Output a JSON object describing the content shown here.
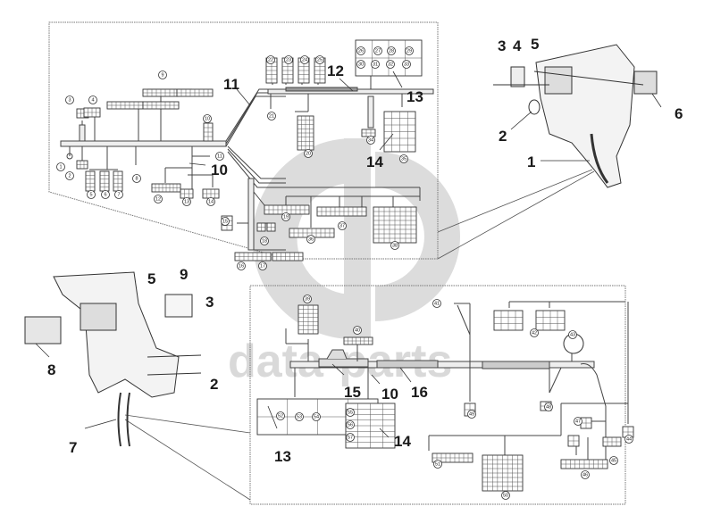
{
  "diagram": {
    "title": "Wiring harness exploded parts diagram",
    "watermark": {
      "logo": "GD",
      "text": "data-parts"
    },
    "colors": {
      "line": "#3a3a3a",
      "frame": "#6a6a6a",
      "watermark": "#d9d9d9",
      "callout": "#1a1a1a"
    },
    "main_callouts": {
      "top_panel": [
        {
          "id": "11",
          "label": "11"
        },
        {
          "id": "12",
          "label": "12"
        },
        {
          "id": "13",
          "label": "13"
        },
        {
          "id": "14",
          "label": "14"
        },
        {
          "id": "10",
          "label": "10"
        }
      ],
      "top_right_assembly": [
        {
          "id": "1",
          "label": "1"
        },
        {
          "id": "2",
          "label": "2"
        },
        {
          "id": "3",
          "label": "3"
        },
        {
          "id": "4",
          "label": "4"
        },
        {
          "id": "5",
          "label": "5"
        },
        {
          "id": "6",
          "label": "6"
        }
      ],
      "bottom_left_assembly": [
        {
          "id": "2",
          "label": "2"
        },
        {
          "id": "3",
          "label": "3"
        },
        {
          "id": "5",
          "label": "5"
        },
        {
          "id": "7",
          "label": "7"
        },
        {
          "id": "8",
          "label": "8"
        },
        {
          "id": "9",
          "label": "9"
        }
      ],
      "bottom_panel": [
        {
          "id": "13",
          "label": "13"
        },
        {
          "id": "14",
          "label": "14"
        },
        {
          "id": "15",
          "label": "15"
        },
        {
          "id": "10",
          "label": "10"
        },
        {
          "id": "16",
          "label": "16"
        }
      ]
    },
    "connector_refs": {
      "top_panel": [
        "1",
        "2",
        "3",
        "4",
        "5",
        "6",
        "7",
        "8",
        "9",
        "10",
        "11",
        "12",
        "13",
        "14",
        "15",
        "16",
        "17",
        "18",
        "19",
        "20",
        "21",
        "22",
        "23",
        "24",
        "25",
        "26",
        "27",
        "28",
        "29",
        "30",
        "31",
        "32",
        "33",
        "34",
        "35",
        "36",
        "37",
        "38"
      ],
      "bottom_panel": [
        "39",
        "40",
        "41",
        "42",
        "43",
        "44",
        "45",
        "46",
        "47",
        "48",
        "49",
        "50",
        "51",
        "52",
        "53",
        "54",
        "55",
        "56",
        "57"
      ]
    }
  }
}
